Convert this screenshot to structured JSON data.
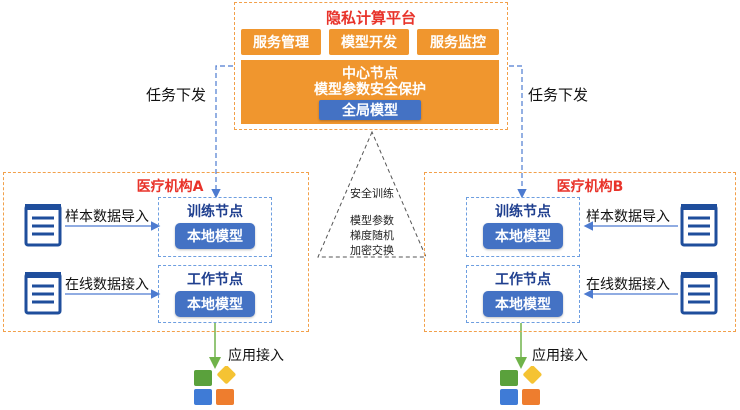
{
  "platform": {
    "title": "隐私计算平台",
    "buttons": [
      "服务管理",
      "模型开发",
      "服务监控"
    ],
    "center_title": "中心节点",
    "center_subtitle": "模型参数安全保护",
    "global_model": "全局模型"
  },
  "task_left": "任务下发",
  "task_right": "任务下发",
  "security": {
    "title": "安全训练",
    "lines": [
      "模型参数",
      "梯度随机",
      "加密交换"
    ]
  },
  "org_a": {
    "title": "医疗机构A",
    "train_node": "训练节点",
    "work_node": "工作节点",
    "local_model": "本地模型",
    "sample_input": "样本数据导入",
    "online_input": "在线数据接入",
    "app_access": "应用接入"
  },
  "org_b": {
    "title": "医疗机构B",
    "train_node": "训练节点",
    "work_node": "工作节点",
    "local_model": "本地模型",
    "sample_input": "样本数据导入",
    "online_input": "在线数据接入",
    "app_access": "应用接入"
  },
  "colors": {
    "orange": "#f0962e",
    "orange_dash": "#f2a04a",
    "blue": "#4472c4",
    "blue_dash": "#6d9ee0",
    "red_title": "#e8332a",
    "doc_icon": "#1f4e9c"
  },
  "icons": [
    "document-icon",
    "app-blocks-icon"
  ]
}
